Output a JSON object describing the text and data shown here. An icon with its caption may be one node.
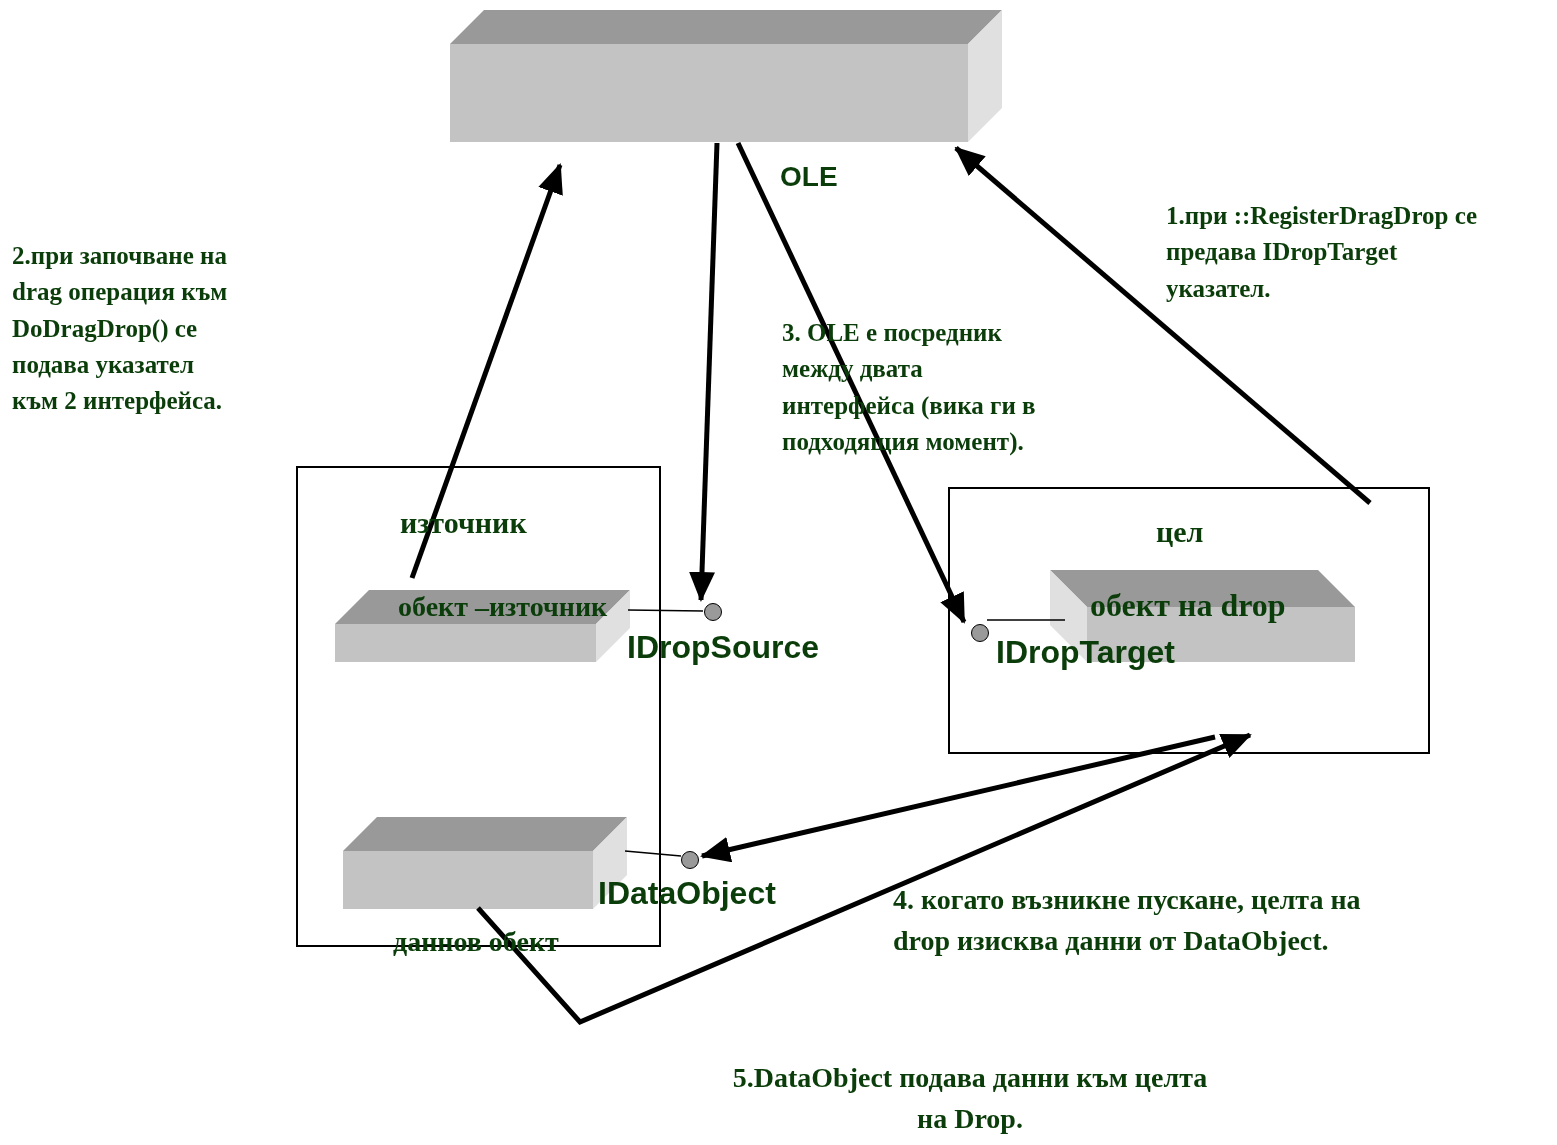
{
  "diagram": {
    "nodes": [
      {
        "text": [
          "OLE"
        ]
      },
      {
        "text": [
          "източник"
        ]
      },
      {
        "text": [
          "обект –източник"
        ],
        "in": 1
      },
      {
        "text": [],
        "shape": "circle",
        "beside": [
          "IDropSource"
        ]
      },
      {
        "text": [
          "даннов обект"
        ],
        "in": 1
      },
      {
        "text": [],
        "shape": "circle",
        "beside": [
          "IDataObject"
        ]
      },
      {
        "text": [
          "цел"
        ]
      },
      {
        "text": [
          "обект на drop"
        ],
        "in": 6
      },
      {
        "text": [],
        "shape": "circle",
        "in": 6,
        "beside": [
          "IDropTarget"
        ]
      }
    ],
    "edges": [
      {
        "from": 2,
        "to": 0,
        "arrow": "to"
      },
      {
        "from": 0,
        "to": 3,
        "arrow": "to"
      },
      {
        "from": 0,
        "to": 8,
        "arrow": "to"
      },
      {
        "from": 6,
        "to": 0,
        "arrow": "to"
      },
      {
        "from": 6,
        "to": 5,
        "arrow": "to"
      },
      {
        "from": 4,
        "to": 6,
        "arrow": "to"
      },
      {
        "from": 2,
        "to": 3,
        "arrow": "none"
      },
      {
        "from": 4,
        "to": 5,
        "arrow": "none"
      },
      {
        "from": 8,
        "to": 7,
        "arrow": "none"
      }
    ],
    "labels": [
      "2.при започване на drag операция към DoDragDrop() се подава указател към 2 интерфейса.",
      "1.при ::RegisterDragDrop се предава IDropTarget указател.",
      "3. OLE е посредник между двата интерфейса (вика ги  в подходящия момент).",
      "4. когато възникне пускане, целта на drop изисква данни от DataObject.",
      "5.DataObject подава данни към целта на Drop."
    ]
  }
}
